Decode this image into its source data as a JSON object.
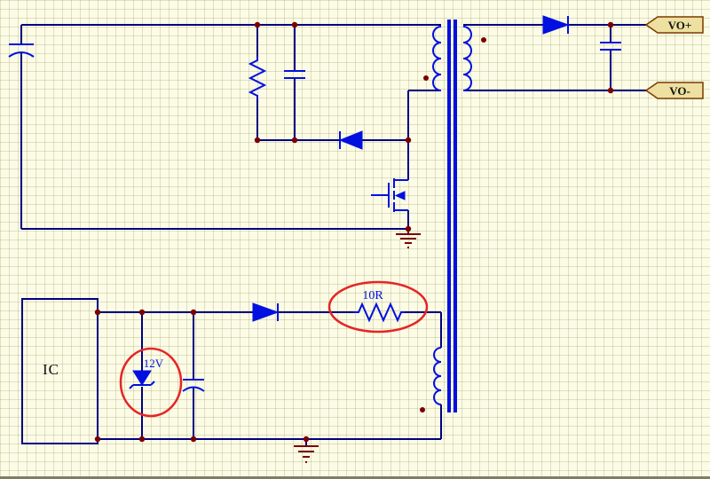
{
  "schematic": {
    "labels": {
      "ic": "IC",
      "zener": "12V",
      "resistor": "10R"
    },
    "net_tags": {
      "vo_plus": "VO+",
      "vo_minus": "VO-"
    },
    "colors": {
      "background": "#FBFBE6",
      "grid_line": "#C8C89A",
      "wire": "#000082",
      "component": "#0010E0",
      "junction_dot": "#7A0000",
      "ground": "#7A0000",
      "highlight_circle": "#E52525",
      "tag_fill": "#EDE0A0",
      "tag_border": "#7A3A00",
      "label_text": "#111111"
    }
  }
}
